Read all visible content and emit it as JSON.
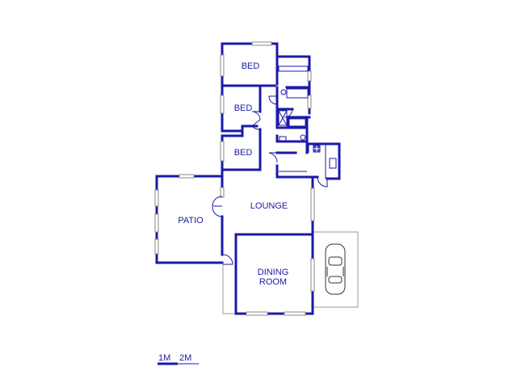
{
  "rooms": {
    "bed1": "BED",
    "bed2": "BED",
    "bed3": "BED",
    "lounge": "LOUNGE",
    "patio": "PATIO",
    "dining_line1": "DINING",
    "dining_line2": "ROOM"
  },
  "scale": {
    "label_1": "1M",
    "label_2": "2M"
  },
  "colors": {
    "wall": "#1a1aa8",
    "window": "#8a8a8a",
    "background": "#ffffff"
  }
}
